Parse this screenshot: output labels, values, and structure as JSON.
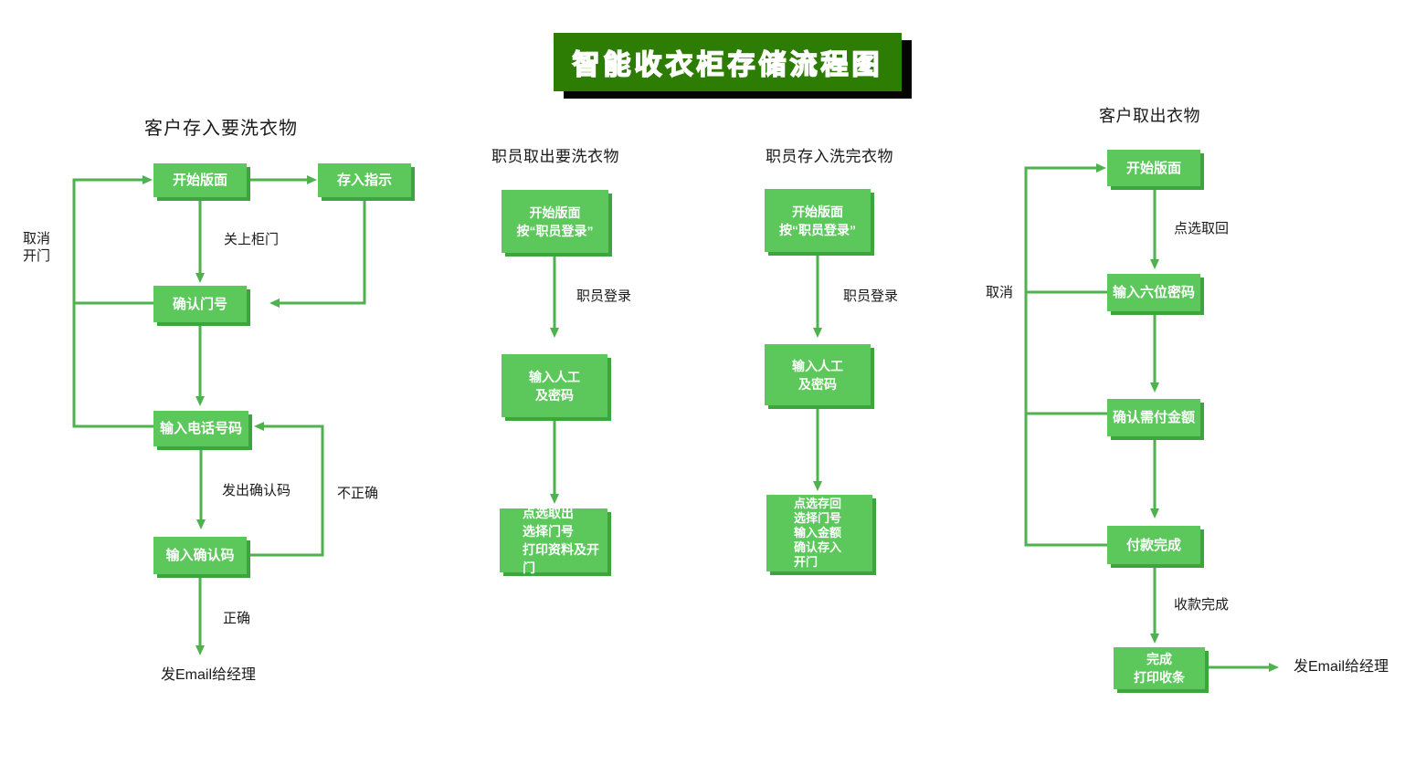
{
  "title": "智能收衣柜存储流程图",
  "colors": {
    "box_fill": "#5cc85c",
    "box_shadow": "#3da53d",
    "box_text": "#ffffff",
    "line": "#4eb24e",
    "title_bg": "#2d7c04",
    "title_text_outline": "#ffffff",
    "label_text": "#1a1a1a"
  },
  "flows": [
    {
      "heading": "客户存入要洗衣物",
      "nodes": {
        "start": "开始版面",
        "deposit_hint": "存入指示",
        "confirm_door": "确认门号",
        "enter_phone": "输入电话号码",
        "enter_confirm_code": "输入确认码"
      },
      "labels": {
        "cancel_open": "取消\n开门",
        "close_door": "关上柜门",
        "send_code": "发出确认码",
        "incorrect": "不正确",
        "correct": "正确",
        "email_manager": "发Email给经理"
      }
    },
    {
      "heading": "职员取出要洗衣物",
      "nodes": {
        "start": "开始版面\n按“职员登录”",
        "enter_id": "输入人工\n及密码",
        "actions": "点选取出\n选择门号\n打印资料及开门"
      },
      "labels": {
        "staff_login": "职员登录"
      }
    },
    {
      "heading": "职员存入洗完衣物",
      "nodes": {
        "start": "开始版面\n按“职员登录”",
        "enter_id": "输入人工\n及密码",
        "actions": "点选存回\n选择门号\n输入金额\n确认存入\n开门"
      },
      "labels": {
        "staff_login": "职员登录"
      }
    },
    {
      "heading": "客户取出衣物",
      "nodes": {
        "start": "开始版面",
        "enter_password": "输入六位密码",
        "confirm_amount": "确认需付金额",
        "payment_done": "付款完成",
        "finish_print": "完成\n打印收条"
      },
      "labels": {
        "select_retrieve": "点选取回",
        "cancel": "取消",
        "payment_received": "收款完成",
        "email_manager": "发Email给经理"
      }
    }
  ]
}
